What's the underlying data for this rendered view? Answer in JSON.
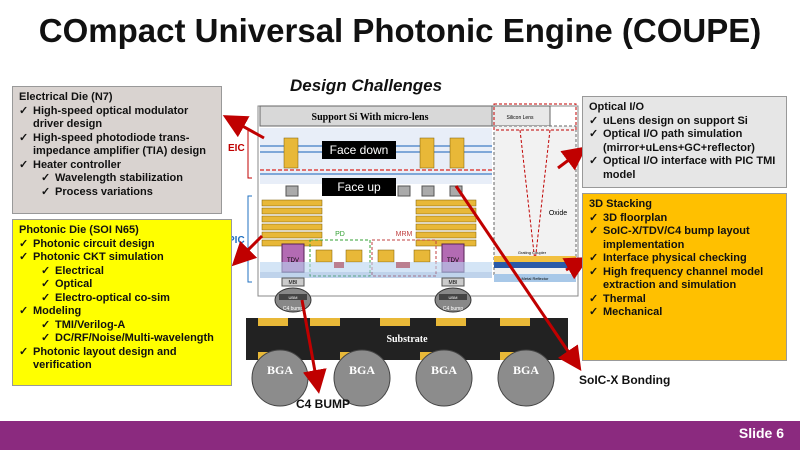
{
  "title": "COmpact Universal Photonic Engine (COUPE)",
  "subtitle": "Design Challenges",
  "electrical_die": {
    "heading": "Electrical Die (N7)",
    "items": [
      {
        "level": 1,
        "text": "High-speed optical modulator driver design"
      },
      {
        "level": 1,
        "text": "High-speed photodiode trans-impedance amplifier (TIA) design"
      },
      {
        "level": 1,
        "text": "Heater controller"
      },
      {
        "level": 2,
        "text": "Wavelength stabilization"
      },
      {
        "level": 2,
        "text": "Process variations"
      }
    ]
  },
  "photonic_die": {
    "heading": "Photonic Die (SOI N65)",
    "items": [
      {
        "level": 1,
        "text": "Photonic circuit design"
      },
      {
        "level": 1,
        "text": "Photonic CKT simulation"
      },
      {
        "level": 2,
        "text": "Electrical"
      },
      {
        "level": 2,
        "text": "Optical"
      },
      {
        "level": 2,
        "text": "Electro-optical co-sim"
      },
      {
        "level": 1,
        "text": "Modeling"
      },
      {
        "level": 2,
        "text": "TMI/Verilog-A"
      },
      {
        "level": 2,
        "text": "DC/RF/Noise/Multi-wavelength"
      },
      {
        "level": 1,
        "text": "Photonic layout design and verification"
      }
    ]
  },
  "optical_io": {
    "heading": "Optical I/O",
    "items": [
      {
        "level": 1,
        "text": "uLens design on support Si"
      },
      {
        "level": 1,
        "text": "Optical I/O path simulation (mirror+uLens+GC+reflector)"
      },
      {
        "level": 1,
        "text": "Optical I/O interface with PIC TMI model"
      }
    ]
  },
  "stacking": {
    "heading": "3D Stacking",
    "items": [
      {
        "level": 1,
        "text": "3D floorplan"
      },
      {
        "level": 1,
        "text": "SoIC-X/TDV/C4 bump layout implementation"
      },
      {
        "level": 1,
        "text": "Interface physical checking"
      },
      {
        "level": 1,
        "text": "High frequency channel model extraction and simulation"
      },
      {
        "level": 1,
        "text": "Thermal"
      },
      {
        "level": 1,
        "text": "Mechanical"
      }
    ]
  },
  "check_glyph": "✓",
  "diagram": {
    "support_si": "Support Si With micro-lens",
    "silicon_lens": "Silicon Lens",
    "face_down": "Face down",
    "face_up": "Face up",
    "eic": "EIC",
    "pic": "PIC",
    "oxide": "Oxide",
    "grating_coupler": "Grating Coupler",
    "metal_reflector": "Metal Reflector",
    "substrate": "Substrate",
    "bga": "BGA",
    "tdv": "TDV",
    "mbi": "MBI",
    "c4_bump_inner": "C4 bump",
    "ubm": "UBM",
    "pd": "PD",
    "mrm": "MRM",
    "c4_bump": "C4 BUMP",
    "soic_bonding": "SoIC-X Bonding"
  },
  "slide_number": "Slide 6",
  "colors": {
    "footer": "#8b2a7f",
    "arrow": "#c00000",
    "electrical_box": "#d9d3d0",
    "photonic_box": "#ffff00",
    "optical_box": "#e6e6e6",
    "stacking_box": "#ffc000"
  }
}
